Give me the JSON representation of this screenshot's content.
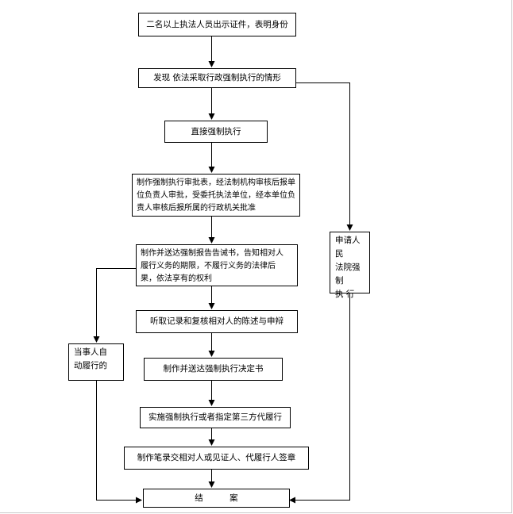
{
  "diagram": {
    "steps": {
      "s1": "二名以上执法人员出示证件，表明身份",
      "s2": "发现 依法采取行政强制执行的情形",
      "s3": "直接强制执行",
      "s4": "制作强制执行审批表，经法制机构审核后报单\n位负责人审批，受委托执法单位，经本单位负\n责人审核后报所属的行政机关批准",
      "s5": "制作并送达强制报告告诫书，告知相对人\n履行义务的期限，不履行义务的法律后\n果，依法享有的权利",
      "s6": "听取记录和复核相对人的陈述与申辩",
      "s7": "制作并送达强制执行决定书",
      "s8": "实施强制执行或者指定第三方代履行",
      "s9": "制作笔录交相对人或见证人、代履行人签章",
      "end": "结          案",
      "court": "申请人民\n法院强制\n执       行",
      "self": "当事人自\n动履行的"
    }
  }
}
